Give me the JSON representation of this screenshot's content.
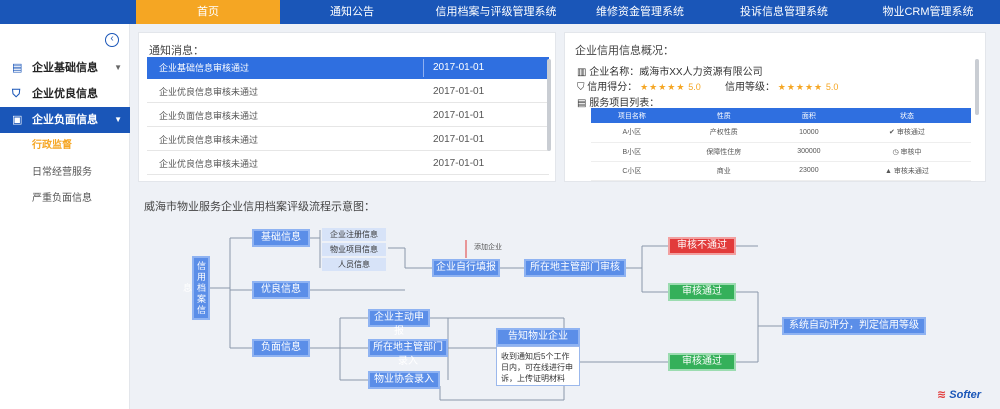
{
  "nav": [
    "首页",
    "通知公告",
    "信用档案与评级管理系统",
    "维修资金管理系统",
    "投诉信息管理系统",
    "物业CRM管理系统"
  ],
  "sidebar": {
    "items": [
      {
        "label": "企业基础信息"
      },
      {
        "label": "企业优良信息"
      },
      {
        "label": "企业负面信息"
      }
    ],
    "subs": [
      "行政监督",
      "日常经营服务",
      "严重负面信息"
    ]
  },
  "notice": {
    "title": "通知消息：",
    "rows": [
      {
        "text": "企业基础信息审核通过",
        "date": "2017-01-01"
      },
      {
        "text": "企业优良信息审核未通过",
        "date": "2017-01-01"
      },
      {
        "text": "企业负面信息审核未通过",
        "date": "2017-01-01"
      },
      {
        "text": "企业优良信息审核未通过",
        "date": "2017-01-01"
      },
      {
        "text": "企业优良信息审核未通过",
        "date": "2017-01-01"
      }
    ]
  },
  "credit": {
    "title": "企业信用信息概况：",
    "company_label": "企业名称：",
    "company": "威海市XX人力资源有限公司",
    "score_label": "信用得分：",
    "score": "5.0",
    "level_label": "信用等级：",
    "level": "5.0",
    "service_label": "服务项目列表：",
    "table": {
      "headers": [
        "项目名称",
        "性质",
        "面积",
        "状态"
      ],
      "rows": [
        [
          "A小区",
          "产权性质",
          "10000",
          "审核通过"
        ],
        [
          "B小区",
          "保障性住房",
          "300000",
          "审核中"
        ],
        [
          "C小区",
          "商业",
          "23000",
          "审核未通过"
        ]
      ]
    }
  },
  "flow": {
    "title": "威海市物业服务企业信用档案评级流程示意图：",
    "main": "信用档案信息",
    "basic": "基础信息",
    "good": "优良信息",
    "bad": "负面信息",
    "sub1": "企业注册信息",
    "sub2": "物业项目信息",
    "sub3": "人员信息",
    "add": "添加企业",
    "self": "企业自行填报",
    "local": "所在地主管部门审核",
    "fail": "审核不通过",
    "pass1": "审核通过",
    "pass2": "审核通过",
    "active": "企业主动申报",
    "local2": "所在地主管部门录入",
    "assoc": "物业协会录入",
    "notify": "告知物业企业",
    "notify_text": "收到通知后5个工作日内，可在线进行申诉，上传证明材料",
    "system": "系统自动评分，判定信用等级"
  },
  "logo": "Softer"
}
